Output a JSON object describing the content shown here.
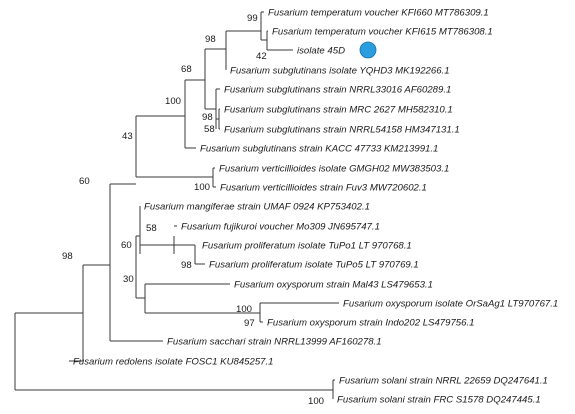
{
  "marker_color": "#2a9de0",
  "taxa": [
    {
      "id": "t1",
      "name": "Fusarium temperatum voucher KFI660",
      "acc": "MT786309.1"
    },
    {
      "id": "t2",
      "name": "Fusarium temperatum voucher KFI615",
      "acc": "MT786308.1"
    },
    {
      "id": "t3",
      "name": "isolate 45D",
      "acc": ""
    },
    {
      "id": "t4",
      "name": "Fusarium subglutinans isolate YQHD3",
      "acc": "MK192266.1"
    },
    {
      "id": "t5",
      "name": "Fusarium subglutinans strain NRRL33016",
      "acc": "AF60289.1"
    },
    {
      "id": "t6",
      "name": "Fusarium subglutinans strain MRC 2627",
      "acc": "MH582310.1"
    },
    {
      "id": "t7",
      "name": "Fusarium subglutinans strain NRRL54158",
      "acc": "HM347131.1"
    },
    {
      "id": "t8",
      "name": "Fusarium subglutinans strain KACC 47733",
      "acc": "KM213991.1"
    },
    {
      "id": "t9",
      "name": "Fusarium verticillioides isolate GMGH02",
      "acc": "MW383503.1"
    },
    {
      "id": "t10",
      "name": "Fusarium verticillioides strain Fuv3",
      "acc": "MW720602.1"
    },
    {
      "id": "t11",
      "name": "Fusarium mangiferae strain UMAF 0924",
      "acc": "KP753402.1"
    },
    {
      "id": "t12",
      "name": "Fusarium fujikuroi voucher Mo309",
      "acc": "JN695747.1"
    },
    {
      "id": "t13",
      "name": "Fusarium proliferatum isolate TuPo1",
      "acc": "LT 970768.1"
    },
    {
      "id": "t14",
      "name": "Fusarium proliferatum isolate TuPo5",
      "acc": "LT 970769.1"
    },
    {
      "id": "t15",
      "name": "Fusarium oxysporum strain Mal43",
      "acc": "LS479653.1"
    },
    {
      "id": "t16",
      "name": "Fusarium oxysporum isolate OrSaAg1",
      "acc": "LT970767.1"
    },
    {
      "id": "t17",
      "name": "Fusarium oxysporum strain Indo202",
      "acc": "LS479756.1"
    },
    {
      "id": "t18",
      "name": "Fusarium sacchari strain NRRL13999",
      "acc": "AF160278.1"
    },
    {
      "id": "t19",
      "name": "Fusarium redolens isolate FOSC1",
      "acc": "KU845257.1"
    },
    {
      "id": "t20",
      "name": "Fusarium solani strain NRRL 22659",
      "acc": "DQ247641.1"
    },
    {
      "id": "t21",
      "name": "Fusarium solani strain FRC S1578",
      "acc": "DQ247445.1"
    }
  ],
  "bootstrap": [
    {
      "id": "b99",
      "value": "99"
    },
    {
      "id": "b42",
      "value": "42"
    },
    {
      "id": "b98a",
      "value": "98"
    },
    {
      "id": "b68",
      "value": "68"
    },
    {
      "id": "b98b",
      "value": "98"
    },
    {
      "id": "b58a",
      "value": "58"
    },
    {
      "id": "b100a",
      "value": "100"
    },
    {
      "id": "b43",
      "value": "43"
    },
    {
      "id": "b100b",
      "value": "100"
    },
    {
      "id": "b60a",
      "value": "60"
    },
    {
      "id": "b58b",
      "value": "58"
    },
    {
      "id": "b98c",
      "value": "98"
    },
    {
      "id": "b60b",
      "value": "60"
    },
    {
      "id": "b30",
      "value": "30"
    },
    {
      "id": "b100c",
      "value": "100"
    },
    {
      "id": "b97",
      "value": "97"
    },
    {
      "id": "b98d",
      "value": "98"
    },
    {
      "id": "b100d",
      "value": "100"
    }
  ]
}
